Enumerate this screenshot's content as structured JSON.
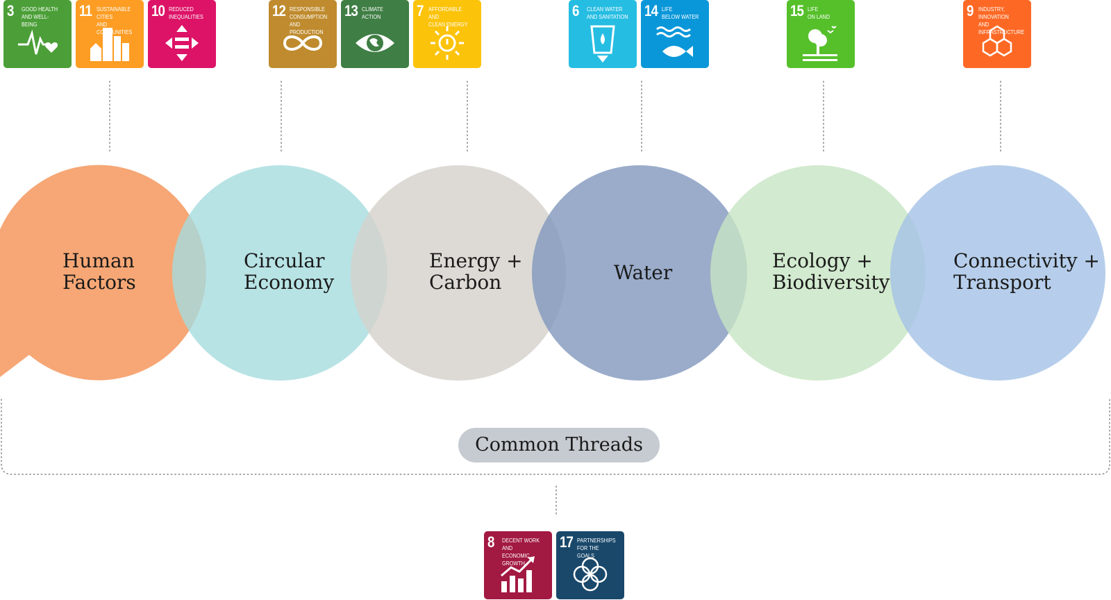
{
  "sdg_tiles": [
    {
      "number": "3",
      "label": "GOOD HEALTH\nAND WELL-BEING",
      "color": "#4C9F38",
      "icon": "heartbeat-icon"
    },
    {
      "number": "11",
      "label": "SUSTAINABLE CITIES\nAND COMMUNITIES",
      "color": "#FD9D24",
      "icon": "city-buildings-icon"
    },
    {
      "number": "10",
      "label": "REDUCED\nINEQUALITIES",
      "color": "#DD1367",
      "icon": "equality-arrows-icon"
    },
    {
      "number": "12",
      "label": "RESPONSIBLE\nCONSUMPTION\nAND PRODUCTION",
      "color": "#BF8B2E",
      "icon": "infinity-loop-icon"
    },
    {
      "number": "13",
      "label": "CLIMATE\nACTION",
      "color": "#3F7E44",
      "icon": "earth-eye-icon"
    },
    {
      "number": "7",
      "label": "AFFORDABLE AND\nCLEAN ENERGY",
      "color": "#FCC30B",
      "icon": "sun-power-icon"
    },
    {
      "number": "6",
      "label": "CLEAN WATER\nAND SANITATION",
      "color": "#26BDE2",
      "icon": "water-glass-icon"
    },
    {
      "number": "14",
      "label": "LIFE\nBELOW WATER",
      "color": "#0A97D9",
      "icon": "fish-waves-icon"
    },
    {
      "number": "15",
      "label": "LIFE\nON LAND",
      "color": "#56C02B",
      "icon": "tree-birds-icon"
    },
    {
      "number": "9",
      "label": "INDUSTRY, INNOVATION\nAND INFRASTRUCTURE",
      "color": "#FD6925",
      "icon": "stacked-cubes-icon"
    },
    {
      "number": "8",
      "label": "DECENT WORK AND\nECONOMIC GROWTH",
      "color": "#A21942",
      "icon": "growth-chart-icon"
    },
    {
      "number": "17",
      "label": "PARTNERSHIPS\nFOR THE GOALS",
      "color": "#19486A",
      "icon": "partnership-rings-icon"
    }
  ],
  "themes": [
    {
      "label": "Human\nFactors",
      "color": "#F6A26E"
    },
    {
      "label": "Circular\nEconomy",
      "color": "#A6DCDE"
    },
    {
      "label": "Energy +\nCarbon",
      "color": "#D4D1CA"
    },
    {
      "label": "Water",
      "color": "#8197BD"
    },
    {
      "label": "Ecology +\nBiodiversity",
      "color": "#C7E5C3"
    },
    {
      "label": "Connectivity +\nTransport",
      "color": "#A4C2E6"
    }
  ],
  "common_threads": {
    "label": "Common Threads",
    "color": "#C6CBD1"
  },
  "connector_color": "#8A8A8A"
}
